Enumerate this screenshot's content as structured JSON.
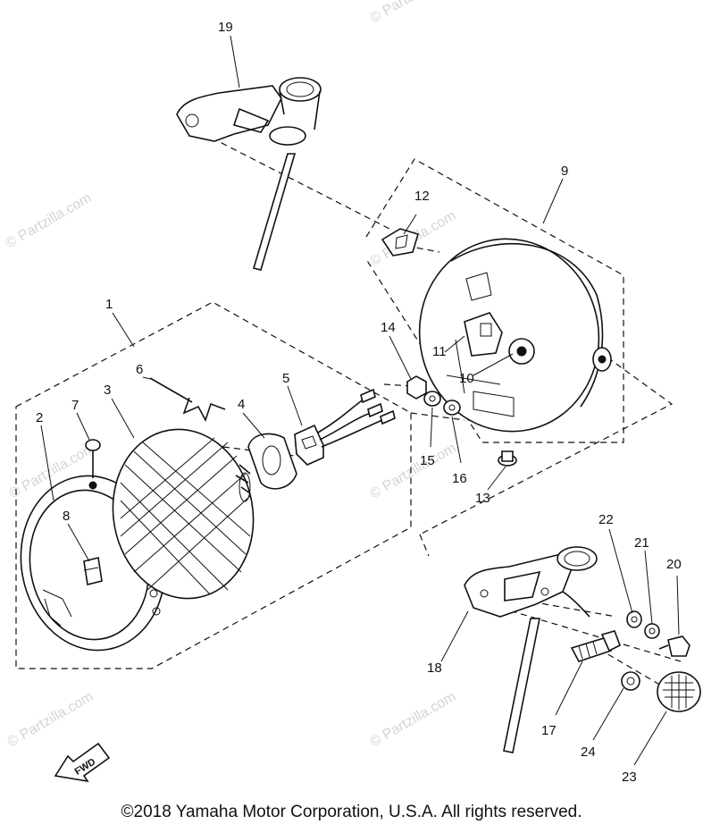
{
  "watermark": "© Partzilla.com",
  "copyright": "©2018 Yamaha Motor Corporation, U.S.A. All rights reserved.",
  "fwd_label": "FWD",
  "callouts": {
    "c1": "1",
    "c2": "2",
    "c3": "3",
    "c4": "4",
    "c5": "5",
    "c6": "6",
    "c7": "7",
    "c8": "8",
    "c9": "9",
    "c10": "10",
    "c11": "11",
    "c12": "12",
    "c13": "13",
    "c14": "14",
    "c15": "15",
    "c16": "16",
    "c17": "17",
    "c18": "18",
    "c19": "19",
    "c20": "20",
    "c21": "21",
    "c22": "22",
    "c23": "23",
    "c24": "24"
  }
}
